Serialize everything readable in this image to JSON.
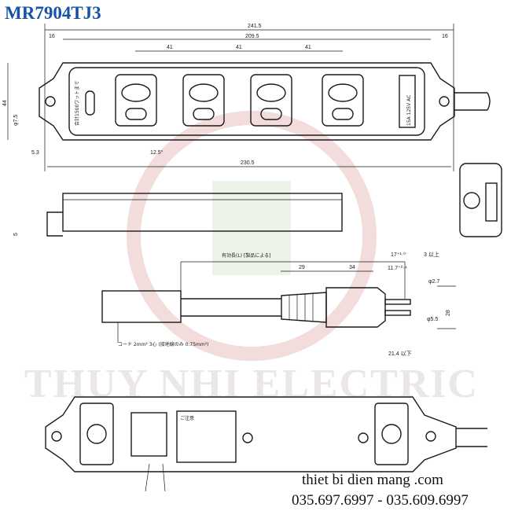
{
  "title": "MR7904TJ3",
  "watermark": "THUY NHI ELECTRIC",
  "footer": {
    "site": "thiet bi dien mang .com",
    "phones": "035.697.6997 - 035.609.6997"
  },
  "dims": {
    "total": "241.5",
    "inner": "209.5",
    "edge_left": "16",
    "edge_right": "16",
    "pitch": "41",
    "height": "44",
    "hole": "φ7.5",
    "offset": "5.3",
    "angle": "12.5°",
    "base": "230.5",
    "side_h": "5",
    "cord_a": "29",
    "cord_b": "34",
    "plug_1": "17⁺¹·⁰",
    "plug_2": "11.7⁺⁰·⁴",
    "plug_3": "3 以上",
    "plug_4": "21.4 以下",
    "plug_5": "28",
    "plug_6": "φ2.7",
    "plug_7": "φ5.5"
  },
  "labels": {
    "rating": "15A 125V AC",
    "capacity": "合計1500ワットまで",
    "cord_length": "有効長(L) [製品による]",
    "cord_note": "コード 2mm² 3心 (接地線のみ 0.75mm²)",
    "caution": "ご注意"
  }
}
